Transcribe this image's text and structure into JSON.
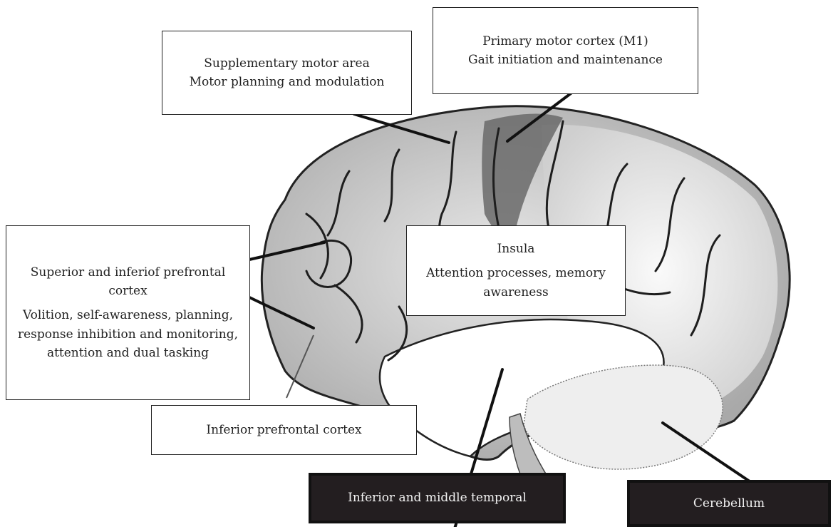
{
  "labels": {
    "sma": {
      "line1": "Supplementary motor area",
      "line2": "Motor planning and modulation"
    },
    "m1": {
      "line1": "Primary motor cortex (M1)",
      "line2": "Gait initiation and maintenance"
    },
    "pfc": {
      "title1": "Superior and inferiof prefrontal",
      "title2": "cortex",
      "desc1": "Volition, self-awareness, planning,",
      "desc2": "response inhibition and monitoring,",
      "desc3": "attention and dual tasking"
    },
    "insula": {
      "title": "Insula",
      "desc1": "Attention processes, memory",
      "desc2": "awareness"
    },
    "ipfc": {
      "text": "Inferior prefrontal cortex"
    },
    "temporal": {
      "text": "Inferior and middle temporal"
    },
    "cerebellum": {
      "text": "Cerebellum"
    }
  },
  "colors": {
    "brain_fill": "#c9c9c9",
    "motor_strip": "#6a6a6a",
    "dark_box": "#231e20"
  }
}
